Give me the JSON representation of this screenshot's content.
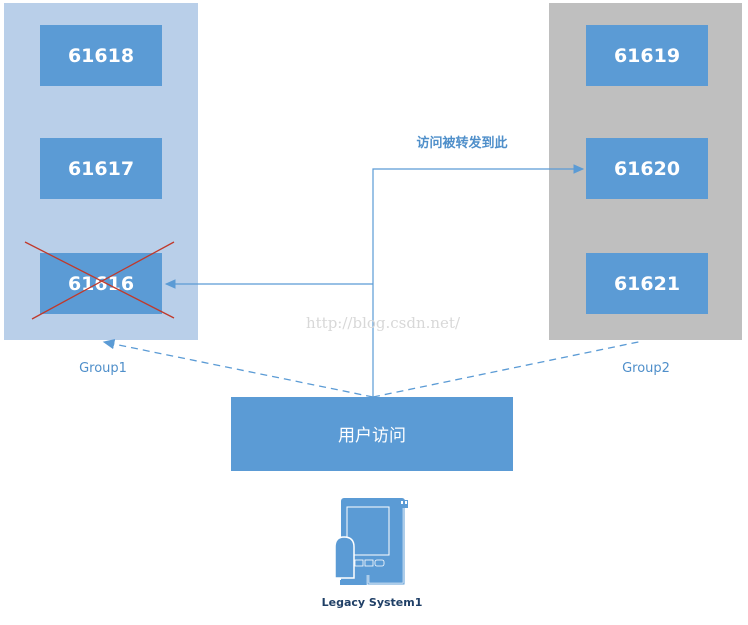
{
  "groups": [
    {
      "label": "Group1",
      "nodes": [
        "61618",
        "61617",
        "61616"
      ],
      "failed_node": "61616"
    },
    {
      "label": "Group2",
      "nodes": [
        "61619",
        "61620",
        "61621"
      ]
    }
  ],
  "forward_label": "访问被转发到此",
  "user_access_label": "用户访问",
  "watermark": "http://blog.csdn.net/",
  "system_label": "Legacy System1",
  "colors": {
    "node": "#5b9bd5",
    "group1_bg": "#b9cfe9",
    "group2_bg": "#bfbfbf",
    "line": "#5b9bd5",
    "cross": "#c0392b"
  }
}
